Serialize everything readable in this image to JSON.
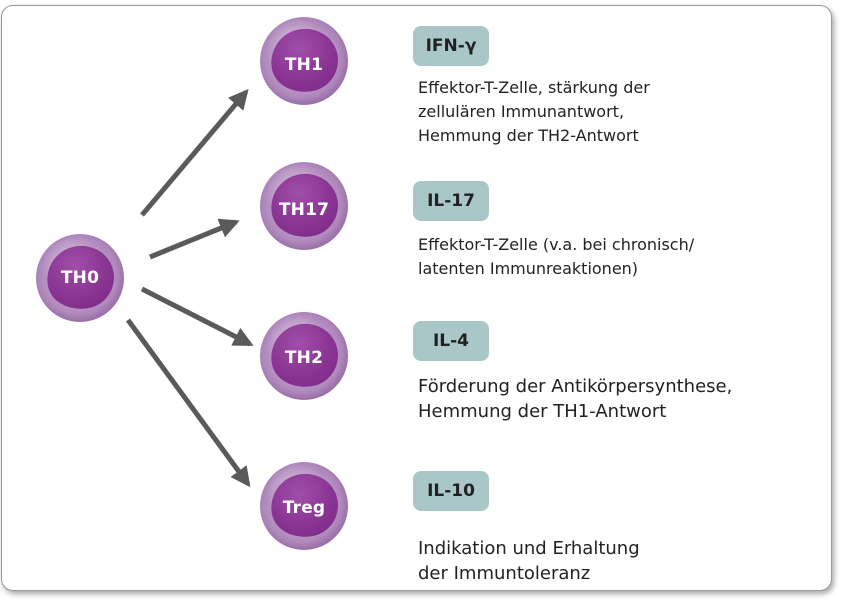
{
  "source_cell": {
    "label": "TH0"
  },
  "subsets": [
    {
      "cell_label": "TH1",
      "cytokine": "IFN-γ",
      "description": "Effektor-T-Zelle, stärkung der\nzellulären Immunantwort,\nHemmung der TH2-Antwort"
    },
    {
      "cell_label": "TH17",
      "cytokine": "IL-17",
      "description": "Effektor-T-Zelle (v.a. bei chronisch/\nlatenten Immunreaktionen)"
    },
    {
      "cell_label": "TH2",
      "cytokine": "IL-4",
      "description": "Förderung der Antikörpersynthese,\nHemmung der TH1-Antwort"
    },
    {
      "cell_label": "Treg",
      "cytokine": "IL-10",
      "description": "Indikation und Erhaltung\nder Immuntoleranz"
    }
  ],
  "colors": {
    "cell_outer": "#b58fc1",
    "cell_nucleus": "#8a3493",
    "badge": "#a9c6c9",
    "arrow": "#5a5a5a"
  }
}
